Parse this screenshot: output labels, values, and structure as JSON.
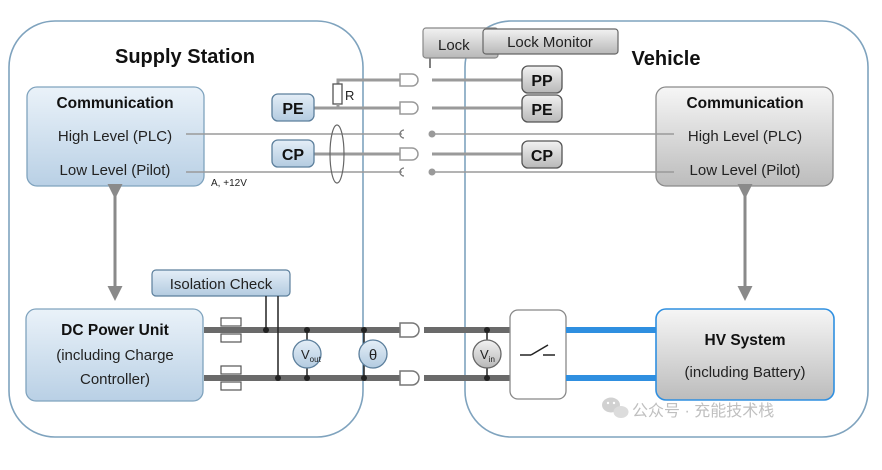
{
  "supply_station": {
    "title": "Supply Station",
    "communication": {
      "title": "Communication",
      "high_level": "High Level (PLC)",
      "low_level": "Low Level (Pilot)"
    },
    "pilot_annotation": "A, +12V",
    "resistor_label": "R",
    "pe_tag": "PE",
    "cp_tag": "CP",
    "isolation_check": "Isolation Check",
    "dc_power_unit": {
      "line1": "DC Power Unit",
      "line2": "(including Charge",
      "line3": "Controller)"
    },
    "vout_symbol": "V",
    "vout_subscript": "out",
    "temperature_symbol": "θ"
  },
  "lock": {
    "lock_label": "Lock",
    "lock_monitor_label": "Lock Monitor"
  },
  "vehicle": {
    "title": "Vehicle",
    "pp_tag": "PP",
    "pe_tag": "PE",
    "cp_tag": "CP",
    "communication": {
      "title": "Communication",
      "high_level": "High Level (PLC)",
      "low_level": "Low Level (Pilot)"
    },
    "vin_symbol": "V",
    "vin_subscript": "in",
    "hv_system": {
      "line1": "HV System",
      "line2": "(including Battery)"
    }
  },
  "watermark": "公众号 · 充能技术栈",
  "colors": {
    "panel_border": "#7fa3be",
    "supply_box_fill_top": "#e9f1f8",
    "supply_box_fill_bottom": "#bcd2e6",
    "vehicle_box_fill_top": "#f4f4f4",
    "vehicle_box_fill_bottom": "#bdbdbd",
    "hv_line": "#2f8fe0",
    "power_line": "#666666",
    "signal_line": "#9a9a9a"
  }
}
